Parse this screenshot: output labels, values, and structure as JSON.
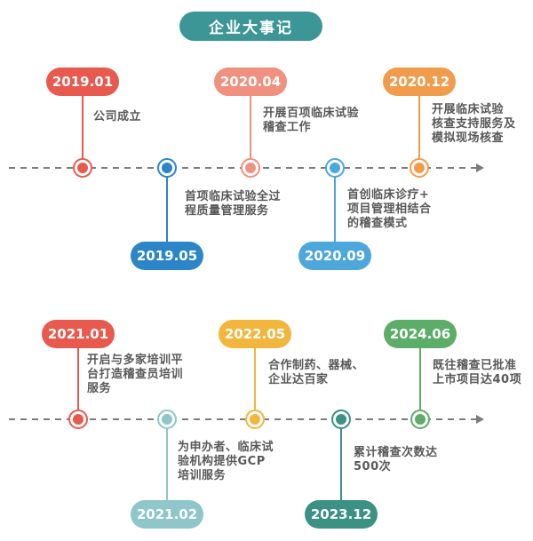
{
  "title": "企业大事记",
  "colors": {
    "title_bg": "#3d9696",
    "axis": "#7c7c7c",
    "desc_text": "#595959",
    "badge_text": "#ffffff",
    "background": "#ffffff"
  },
  "timelines": [
    {
      "events": [
        {
          "date": "2019.01",
          "desc": "公司成立",
          "color": "#e8594e",
          "side": "top"
        },
        {
          "date": "2019.05",
          "desc": "首项临床试验全过\n程质量管理服务",
          "color": "#2b85c7",
          "side": "bottom"
        },
        {
          "date": "2020.04",
          "desc": "开展百项临床试验\n稽查工作",
          "color": "#f0907e",
          "side": "top"
        },
        {
          "date": "2020.09",
          "desc": "首创临床诊疗+\n项目管理相结合\n的稽查模式",
          "color": "#4da7db",
          "side": "bottom"
        },
        {
          "date": "2020.12",
          "desc": "开展临床试验\n核查支持服务及\n模拟现场核查",
          "color": "#f09c4c",
          "side": "top"
        }
      ]
    },
    {
      "events": [
        {
          "date": "2021.01",
          "desc": "开启与多家培训平\n台打造稽查员培训\n服务",
          "color": "#e8594e",
          "side": "top"
        },
        {
          "date": "2021.02",
          "desc": "为申办者、临床试\n验机构提供GCP\n培训服务",
          "color": "#8ec6c9",
          "side": "bottom"
        },
        {
          "date": "2022.05",
          "desc": "合作制药、器械、\n企业达百家",
          "color": "#f2b63d",
          "side": "top"
        },
        {
          "date": "2023.12",
          "desc": "累计稽查次数达\n500次",
          "color": "#3a9184",
          "side": "bottom"
        },
        {
          "date": "2024.06",
          "desc": "既往稽查已批准\n上市项目达40项",
          "color": "#5cad67",
          "side": "top"
        }
      ]
    }
  ]
}
